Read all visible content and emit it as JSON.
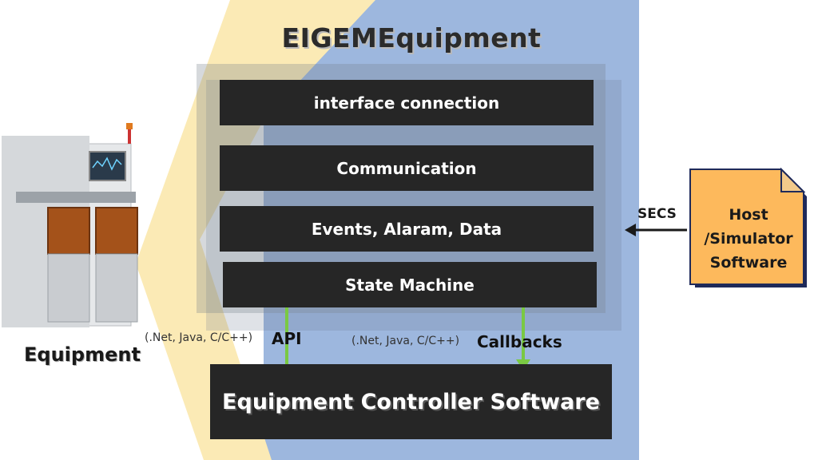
{
  "diagram": {
    "title": "EIGEMEquipment",
    "layers": [
      "interface connection",
      "Communication",
      "Events, Alaram, Data",
      "State Machine"
    ],
    "equipment_label": "Equipment",
    "api_langs": "(.Net, Java, C/C++)",
    "api_label": "API",
    "callbacks_langs": "(.Net, Java, C/C++)",
    "callbacks_label": "Callbacks",
    "controller_label": "Equipment Controller Software",
    "secs_label": "SECS",
    "host_lines": [
      "Host",
      "/Simulator",
      "Software"
    ]
  },
  "colors": {
    "yellow_band": "#fbeab5",
    "blue_band": "#9db7de",
    "block": "#262626",
    "arrow_green": "#7ac943",
    "host_fill": "#fdb95c"
  }
}
